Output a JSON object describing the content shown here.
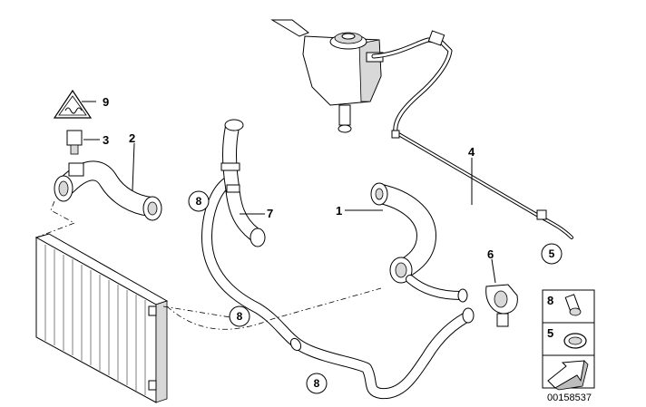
{
  "callouts": {
    "c1": "1",
    "c2": "2",
    "c3": "3",
    "c4": "4",
    "c5": "5",
    "c6": "6",
    "c7": "7",
    "c8a": "8",
    "c8b": "8",
    "c8c": "8",
    "c9": "9"
  },
  "legend": {
    "item8": "8",
    "item5": "5"
  },
  "diagram_number": "00158537",
  "icons": {
    "warning": "warning-triangle-hot-icon",
    "arrow": "arrow-icon"
  }
}
